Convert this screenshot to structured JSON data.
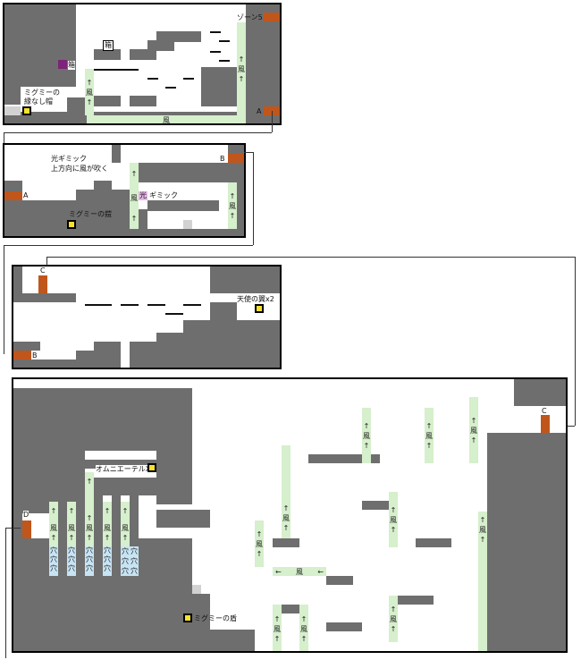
{
  "room1": {
    "zone5": "ゾーン5",
    "mushroom": "箱",
    "box": "箱",
    "item_label_line1": "ミグミーの",
    "item_label_line2": "縁なし帽",
    "door_a": "A",
    "wind": "風",
    "arrow_up": "↑"
  },
  "room2": {
    "gimmick_line1": "光ギミック",
    "gimmick_line2": "上方向に風が吹く",
    "door_a": "A",
    "door_b": "B",
    "light_icon": "光",
    "light_gimmick": "ギミック",
    "item_label": "ミグミーの鎧",
    "wind": "風",
    "arrow_up": "↑"
  },
  "room3": {
    "door_b": "B",
    "door_c": "C",
    "item_label": "天使の翼x2"
  },
  "room4": {
    "door_c": "C",
    "door_d": "D",
    "item_omni": "オムニエーテルX",
    "item_migmi": "ミグミーの盾",
    "wind": "風",
    "arrow_up": "↑",
    "arrow_left": "←",
    "hole": "穴"
  },
  "colors": {
    "wall": "#6e6e6e",
    "door": "#c0561c",
    "item": "#f6e12c",
    "wind": "#d6efcc",
    "hole": "#c7e4f4"
  }
}
